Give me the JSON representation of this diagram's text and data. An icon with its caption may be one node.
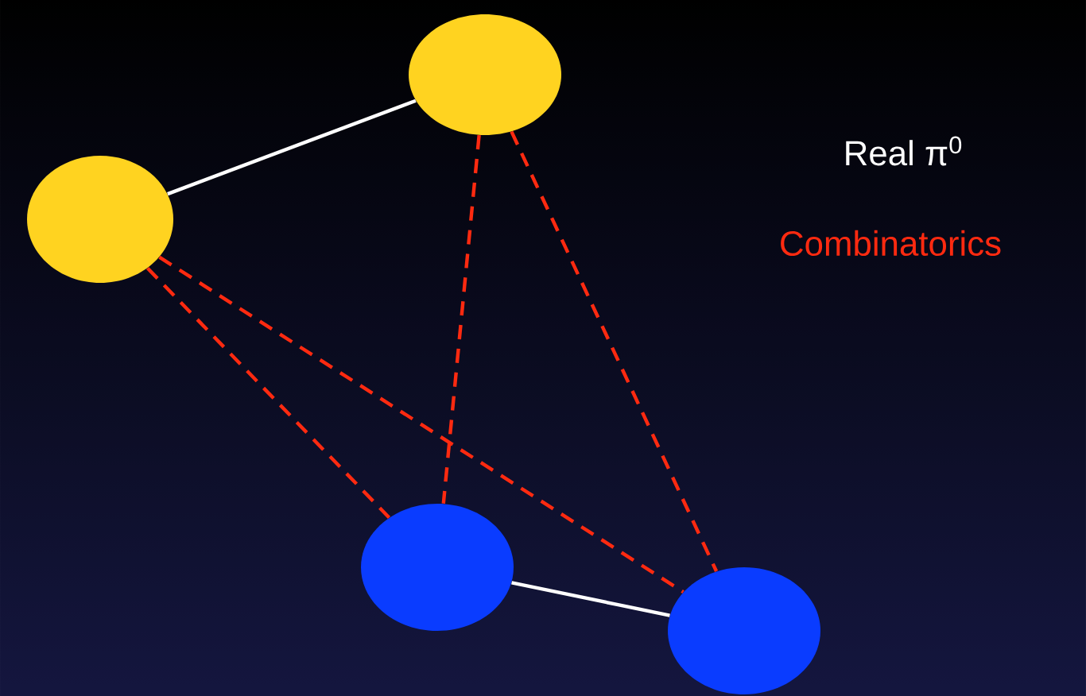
{
  "diagram": {
    "nodes": [
      {
        "text": [],
        "shape": "circle"
      },
      {
        "text": [],
        "shape": "circle"
      },
      {
        "text": [],
        "shape": "circle"
      },
      {
        "text": [],
        "shape": "circle"
      }
    ],
    "edges": [
      {
        "from": 0,
        "to": 1,
        "arrow": "none",
        "color": "#ffffff"
      },
      {
        "from": 0,
        "to": 2,
        "arrow": "none",
        "style": "dashed"
      },
      {
        "from": 0,
        "to": 3,
        "arrow": "none",
        "style": "dashed"
      },
      {
        "from": 1,
        "to": 2,
        "arrow": "none",
        "style": "dashed"
      },
      {
        "from": 1,
        "to": 3,
        "arrow": "none",
        "style": "dashed"
      },
      {
        "from": 2,
        "to": 3,
        "arrow": "none",
        "color": "#ffffff"
      }
    ],
    "labels": [
      "Real π$^{0}$",
      "Combinatorics"
    ]
  }
}
